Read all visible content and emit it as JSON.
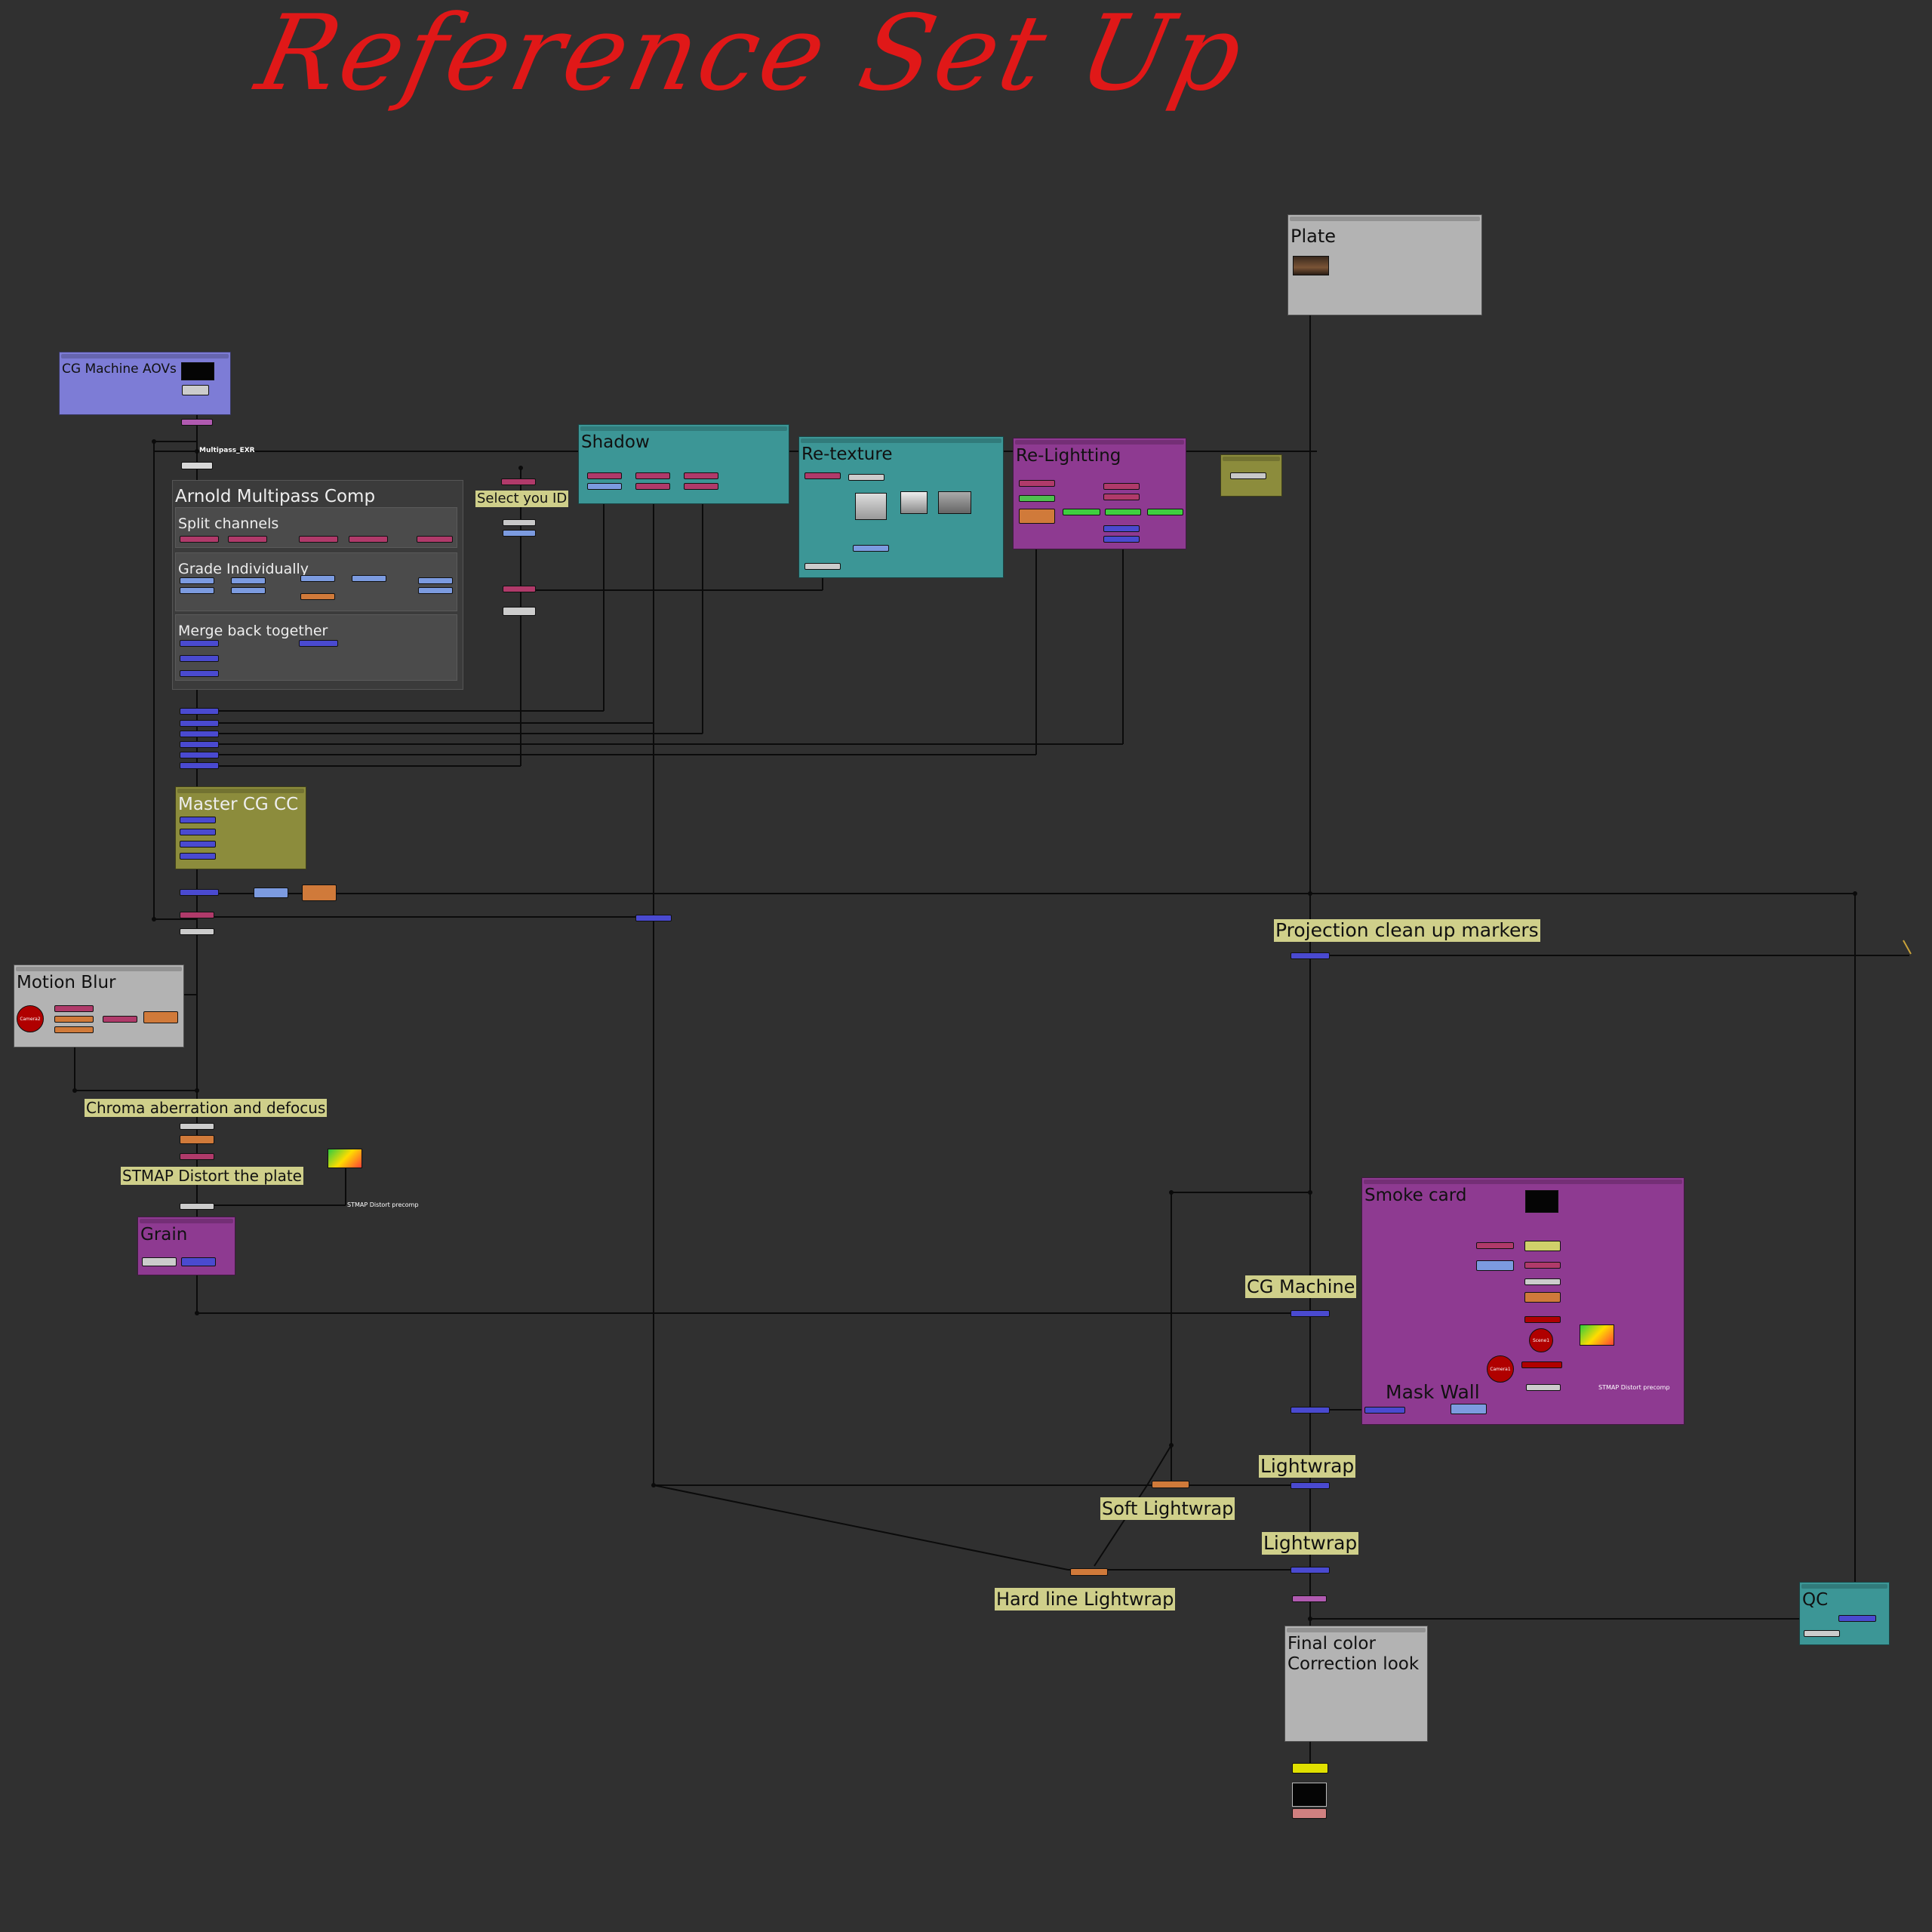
{
  "title": "Reference Set Up",
  "backdrops": {
    "plate": "Plate",
    "cg_machine_aovs": "CG Machine AOVs",
    "shadow": "Shadow",
    "retexture": "Re-texture",
    "relighting": "Re-Lightting",
    "arnold": "Arnold Multipass Comp",
    "split": "Split channels",
    "grade": "Grade Individually",
    "merge": "Merge back together",
    "master": "Master CG CC",
    "motion_blur": "Motion Blur",
    "grain": "Grain",
    "smoke_card": "Smoke card",
    "qc": "QC",
    "final_color": "Final color\nCorrection look"
  },
  "stickies": {
    "select_id": "Select you ID",
    "projection": "Projection clean up markers",
    "chroma": "Chroma aberration and defocus",
    "stmap": "STMAP Distort the plate",
    "cg_machine": "CG Machine",
    "mask_wall": "Mask Wall",
    "lightwrap1": "Lightwrap",
    "soft_lightwrap": "Soft Lightwrap",
    "lightwrap2": "Lightwrap",
    "hard_lightwrap": "Hard line Lightwrap"
  },
  "node_text": {
    "multipass_exr": "Multipass_EXR",
    "stmap_distort_precomp_1": "STMAP Distort precomp",
    "stmap_distort_precomp_2": "STMAP Distort precomp",
    "camera_motion_blur": "Camera2",
    "camera_smoke": "Camera1",
    "scene_smoke": "Scene1"
  },
  "colors": {
    "background": "#303030",
    "title_red": "#e01818",
    "plate_bd": "#b3b3b3",
    "aov_bd": "#7d7cd6",
    "shadow_bd": "#3c9696",
    "relight_bd": "#8e3a91",
    "olive_bd": "#8c8c3c",
    "sticky": "#cfcf8a",
    "wire": "#0b0b0b",
    "node_blue": "#4a4ad0",
    "node_pink": "#b03a6a",
    "node_orange": "#d07a3a"
  }
}
